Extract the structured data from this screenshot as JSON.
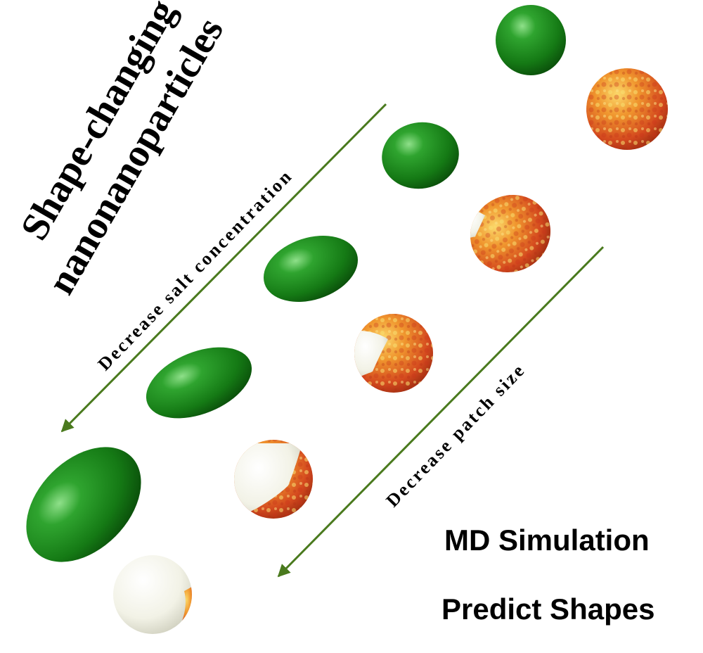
{
  "title": {
    "line1": "Shape-changing",
    "line2": "nanonanoparticles"
  },
  "arrows": {
    "salt_label": "Decrease salt concentration",
    "patch_label": "Decrease patch size",
    "color": "#4a7a1e"
  },
  "info": {
    "line1": "MD Simulation",
    "line2": "Predict Shapes"
  },
  "colors": {
    "green_particle": "#1f8a1f",
    "patchy_particle": "#e25b22",
    "white_patch": "#f4f4ea"
  }
}
